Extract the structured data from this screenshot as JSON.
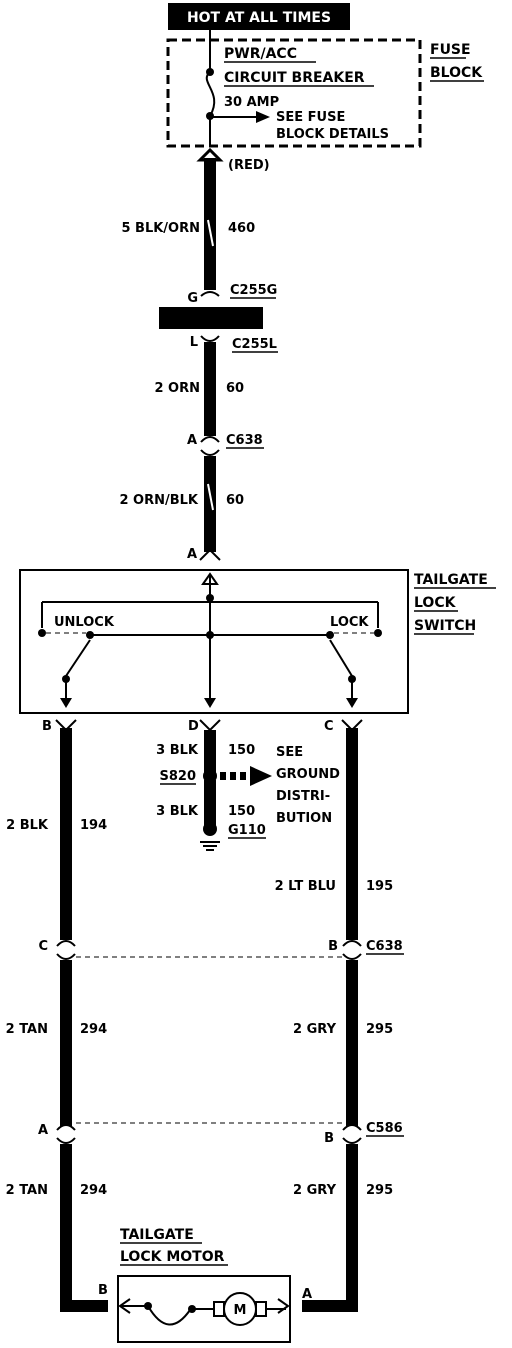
{
  "header": {
    "power_label": "HOT AT ALL TIMES"
  },
  "fuse_block": {
    "breaker_line1": "PWR/ACC",
    "breaker_line2": "CIRCUIT BREAKER",
    "amperage": "30 AMP",
    "see_line1": "SEE FUSE",
    "see_line2": "BLOCK DETAILS",
    "title_line1": "FUSE",
    "title_line2": "BLOCK"
  },
  "wire_feed": {
    "color_note": "(RED)",
    "seg1_gauge_color": "5 BLK/ORN",
    "seg1_circuit": "460",
    "seg2_gauge_color": "2 ORN",
    "seg2_circuit": "60",
    "seg3_gauge_color": "2 ORN/BLK",
    "seg3_circuit": "60"
  },
  "connectors": {
    "c255g_pin": "G",
    "c255g": "C255G",
    "c255l_pin": "L",
    "c255l": "C255L",
    "c638_top_pin": "A",
    "c638_top": "C638",
    "switch_input_pin": "A",
    "switch_b": "B",
    "switch_d": "D",
    "switch_c": "C",
    "c638_left_pin": "C",
    "c638_right_pin": "B",
    "c638_mid": "C638",
    "c586_left_pin": "A",
    "c586_right_pin": "B",
    "c586": "C586",
    "motor_b": "B",
    "motor_a": "A"
  },
  "switch": {
    "unlock": "UNLOCK",
    "lock": "LOCK",
    "title_line1": "TAILGATE",
    "title_line2": "LOCK",
    "title_line3": "SWITCH"
  },
  "ground": {
    "wire1_gauge_color": "3 BLK",
    "wire1_circuit": "150",
    "splice": "S820",
    "wire2_gauge_color": "3 BLK",
    "wire2_circuit": "150",
    "ground_point": "G110",
    "see_line1": "SEE",
    "see_line2": "GROUND",
    "see_line3": "DISTRI-",
    "see_line4": "BUTION"
  },
  "left_wires": {
    "seg1_gauge_color": "2 BLK",
    "seg1_circuit": "194",
    "seg2_gauge_color": "2 TAN",
    "seg2_circuit": "294",
    "seg3_gauge_color": "2 TAN",
    "seg3_circuit": "294"
  },
  "right_wires": {
    "seg1_gauge_color": "2 LT BLU",
    "seg1_circuit": "195",
    "seg2_gauge_color": "2 GRY",
    "seg2_circuit": "295",
    "seg3_gauge_color": "2 GRY",
    "seg3_circuit": "295"
  },
  "motor": {
    "title_line1": "TAILGATE",
    "title_line2": "LOCK MOTOR",
    "symbol": "M"
  }
}
